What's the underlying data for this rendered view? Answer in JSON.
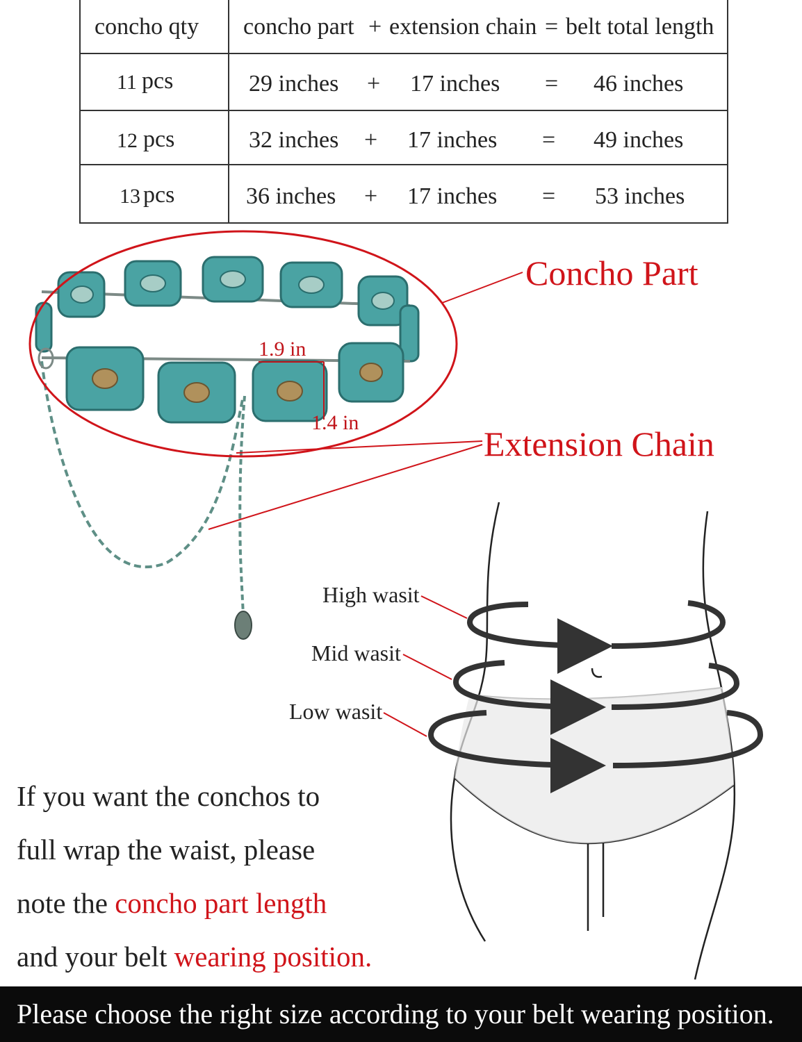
{
  "table": {
    "headers": {
      "qty": "concho qty",
      "formula": [
        "concho part",
        "+",
        "extension chain",
        "=",
        "belt total length"
      ]
    },
    "rows": [
      {
        "qty_num": "11",
        "qty_unit": "pcs",
        "part": "29 inches",
        "plus": "+",
        "chain": "17 inches",
        "eq": "=",
        "total": "46 inches"
      },
      {
        "qty_num": "12",
        "qty_unit": "pcs",
        "part": "32 inches",
        "plus": "+",
        "chain": "17 inches",
        "eq": "=",
        "total": "49 inches"
      },
      {
        "qty_num": "13",
        "qty_unit": "pcs",
        "part": "36 inches",
        "plus": "+",
        "chain": "17 inches",
        "eq": "=",
        "total": "53 inches"
      }
    ]
  },
  "callouts": {
    "concho_part": "Concho Part",
    "extension_chain": "Extension Chain"
  },
  "dimensions": {
    "width": "1.9 in",
    "height": "1.4 in"
  },
  "waist_labels": {
    "high": "High wasit",
    "mid": "Mid wasit",
    "low": "Low wasit"
  },
  "note": {
    "line1": "If you want the conchos to",
    "line2": "full wrap the waist, please",
    "line3_prefix": "note the ",
    "line3_highlight": "concho part length",
    "line4_prefix": "and your belt ",
    "line4_highlight": "wearing position."
  },
  "footer": "Please choose the right size according to your belt wearing position.",
  "colors": {
    "accent_red": "#d0141a",
    "turquoise": "#4aa3a3",
    "footer_bg": "#0b0b0b"
  }
}
